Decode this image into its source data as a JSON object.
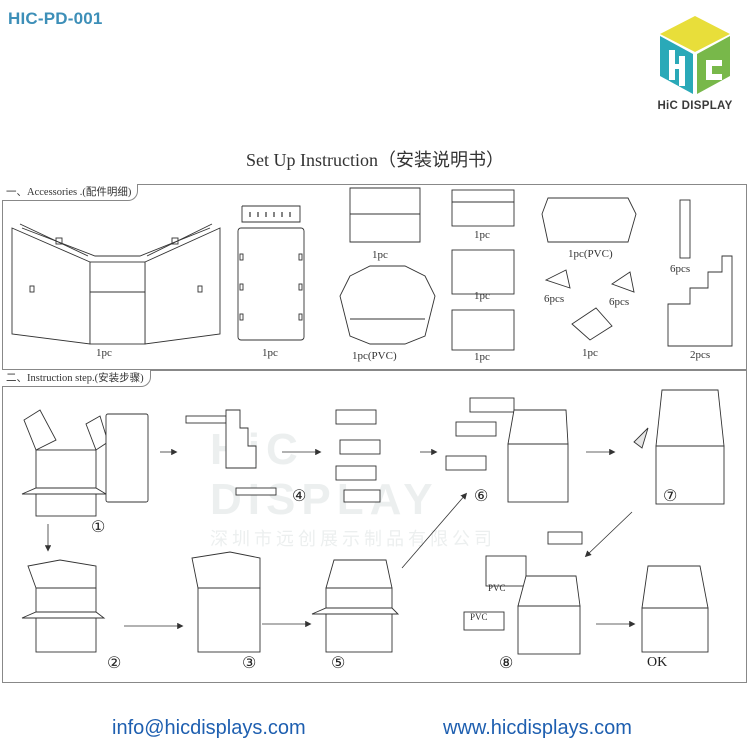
{
  "header": {
    "model_code": "HIC-PD-001",
    "logo_text": "HiC DISPLAY",
    "title": "Set Up Instruction（安装说明书）"
  },
  "accessories": {
    "label": "一、Accessories .(配件明细)",
    "items": [
      {
        "id": "a1",
        "qty": "1pc"
      },
      {
        "id": "a2",
        "qty": "1pc"
      },
      {
        "id": "a3",
        "qty": "1pc"
      },
      {
        "id": "a4",
        "qty": "1pc(PVC)"
      },
      {
        "id": "a5",
        "qty": "1pc"
      },
      {
        "id": "a6",
        "qty": "1pc"
      },
      {
        "id": "a7",
        "qty": "1pc"
      },
      {
        "id": "a8",
        "qty": "1pc(PVC)"
      },
      {
        "id": "a9",
        "qty": "6pcs"
      },
      {
        "id": "a10",
        "qty": "6pcs"
      },
      {
        "id": "a11",
        "qty": "1pc"
      },
      {
        "id": "a12",
        "qty": "6pcs"
      },
      {
        "id": "a13",
        "qty": "2pcs"
      }
    ]
  },
  "instructions": {
    "label": "二、Instruction step.(安装步骤)",
    "steps": [
      {
        "id": "s1",
        "marker": "①"
      },
      {
        "id": "s2",
        "marker": "②"
      },
      {
        "id": "s3",
        "marker": "③"
      },
      {
        "id": "s4",
        "marker": "④"
      },
      {
        "id": "s5",
        "marker": "⑤"
      },
      {
        "id": "s6",
        "marker": "⑥"
      },
      {
        "id": "s7",
        "marker": "⑦"
      },
      {
        "id": "s8",
        "marker": "⑧"
      },
      {
        "id": "ok",
        "marker": "OK"
      }
    ],
    "pvc_labels": [
      "PVC",
      "PVC"
    ]
  },
  "watermark": {
    "text_en": "HiC DISPLAY",
    "text_cn": "深圳市远创展示制品有限公司"
  },
  "footer": {
    "email": "info@hicdisplays.com",
    "website": "www.hicdisplays.com"
  },
  "colors": {
    "model_code": "#3d8fb8",
    "logo_yellow": "#e8de3a",
    "logo_teal": "#2aa9b8",
    "logo_green": "#78b84a",
    "footer_link": "#1e5fb0"
  }
}
